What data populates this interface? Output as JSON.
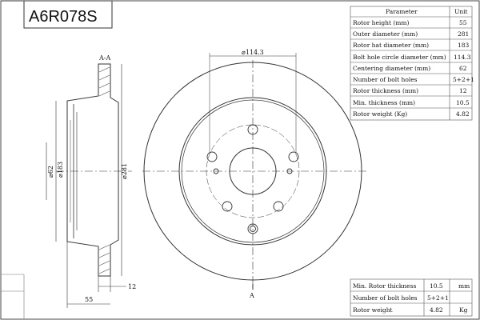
{
  "part_number": "A6R078S",
  "section_label": "A-A",
  "section_arrow_label": "A",
  "spec_table": {
    "header": {
      "parameter": "Parameter",
      "unit": "Unit"
    },
    "rows": [
      {
        "label": "Rotor height (mm)",
        "value": "55"
      },
      {
        "label": "Outer diameter (mm)",
        "value": "281"
      },
      {
        "label": "Rotor hat diameter (mm)",
        "value": "183"
      },
      {
        "label": "Bolt hole circle diameter (mm)",
        "value": "114.3"
      },
      {
        "label": "Centering diameter (mm)",
        "value": "62"
      },
      {
        "label": "Number of bolt holes",
        "value": "5+2+1"
      },
      {
        "label": "Rotor thickness (mm)",
        "value": "12"
      },
      {
        "label": "Min. thickness (mm)",
        "value": "10.5"
      },
      {
        "label": "Rotor weight (Kg)",
        "value": "4.82"
      }
    ]
  },
  "summary_table": {
    "rows": [
      {
        "label": "Min. Rotor thickness",
        "value": "10.5",
        "unit": "mm"
      },
      {
        "label": "Number of bolt holes",
        "value": "5+2+1",
        "unit": ""
      },
      {
        "label": "Rotor weight",
        "value": "4.82",
        "unit": "Kg"
      }
    ]
  },
  "dimensions": {
    "hat_diameter": "⌀183",
    "center_diameter": "⌀62",
    "outer_diameter": "⌀281",
    "height": "55",
    "thickness": "12",
    "bolt_circle": "⌀114.3"
  }
}
